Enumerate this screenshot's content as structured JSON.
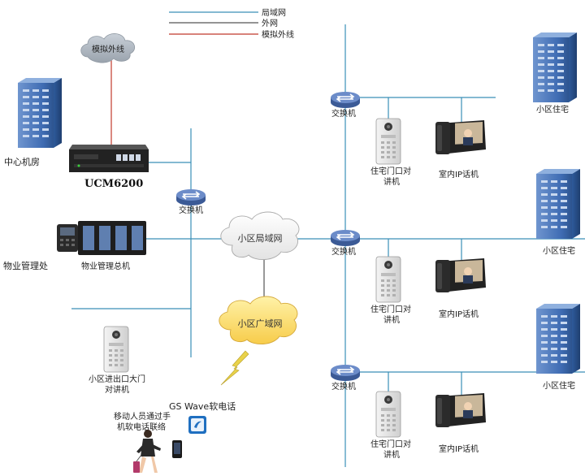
{
  "legend": {
    "lan": "局域网",
    "wan": "外网",
    "analog": "模拟外线"
  },
  "colors": {
    "lan": "#3a8fb7",
    "wan": "#555555",
    "analog": "#c0392b",
    "server": "#3b6fb0",
    "cloud_white": "#ffffff",
    "cloud_yellow": "#ffe07a",
    "switch": "#5b79b8"
  },
  "analog_cloud": "模拟外线",
  "data_center": "中心机房",
  "ucm_label": "UCM6200",
  "switch_label": "交换机",
  "lan_cloud": "小区局域网",
  "wan_cloud": "小区广域网",
  "property_office": "物业管理处",
  "property_console": "物业管理总机",
  "gate_intercom_line1": "小区进出口大门",
  "gate_intercom_line2": "对讲机",
  "gs_wave": "GS Wave软电话",
  "mobile_line1": "移动人员通过手",
  "mobile_line2": "机软电话联络",
  "residence": "小区住宅",
  "door_intercom_line1": "住宅门口对",
  "door_intercom_line2": "讲机",
  "indoor_phone": "室内IP话机"
}
